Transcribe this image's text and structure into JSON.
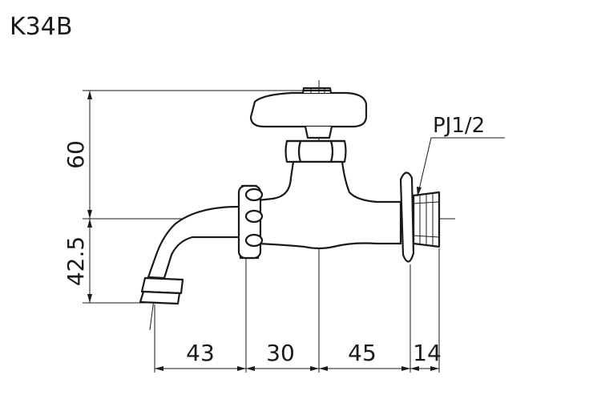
{
  "model": "K34B",
  "thread_spec": "PJ1/2",
  "dimensions": {
    "height_above_axis": "60",
    "height_below_axis": "42.5",
    "width_spout": "43",
    "width_body": "30",
    "width_to_flange": "45",
    "width_thread": "14"
  }
}
